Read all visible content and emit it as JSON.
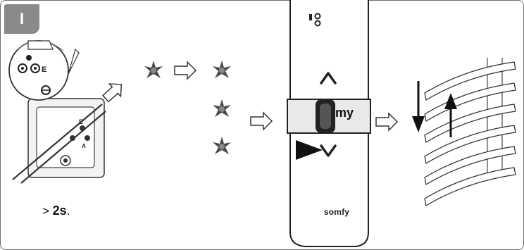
{
  "step": {
    "label": "I"
  },
  "instruction": {
    "prefix": "> ",
    "value": "2s",
    "suffix": "."
  },
  "remote": {
    "my_label": "my",
    "brand": "somfy"
  },
  "icons": [
    "prog-button-icon",
    "led-blink-icon",
    "arrow-right-icon",
    "up-button-icon",
    "my-button-icon",
    "down-button-icon",
    "venetian-blind-icon"
  ],
  "colors": {
    "line": "#333333",
    "badge": "#8a8a8a",
    "panel": "#e9e9e9"
  }
}
